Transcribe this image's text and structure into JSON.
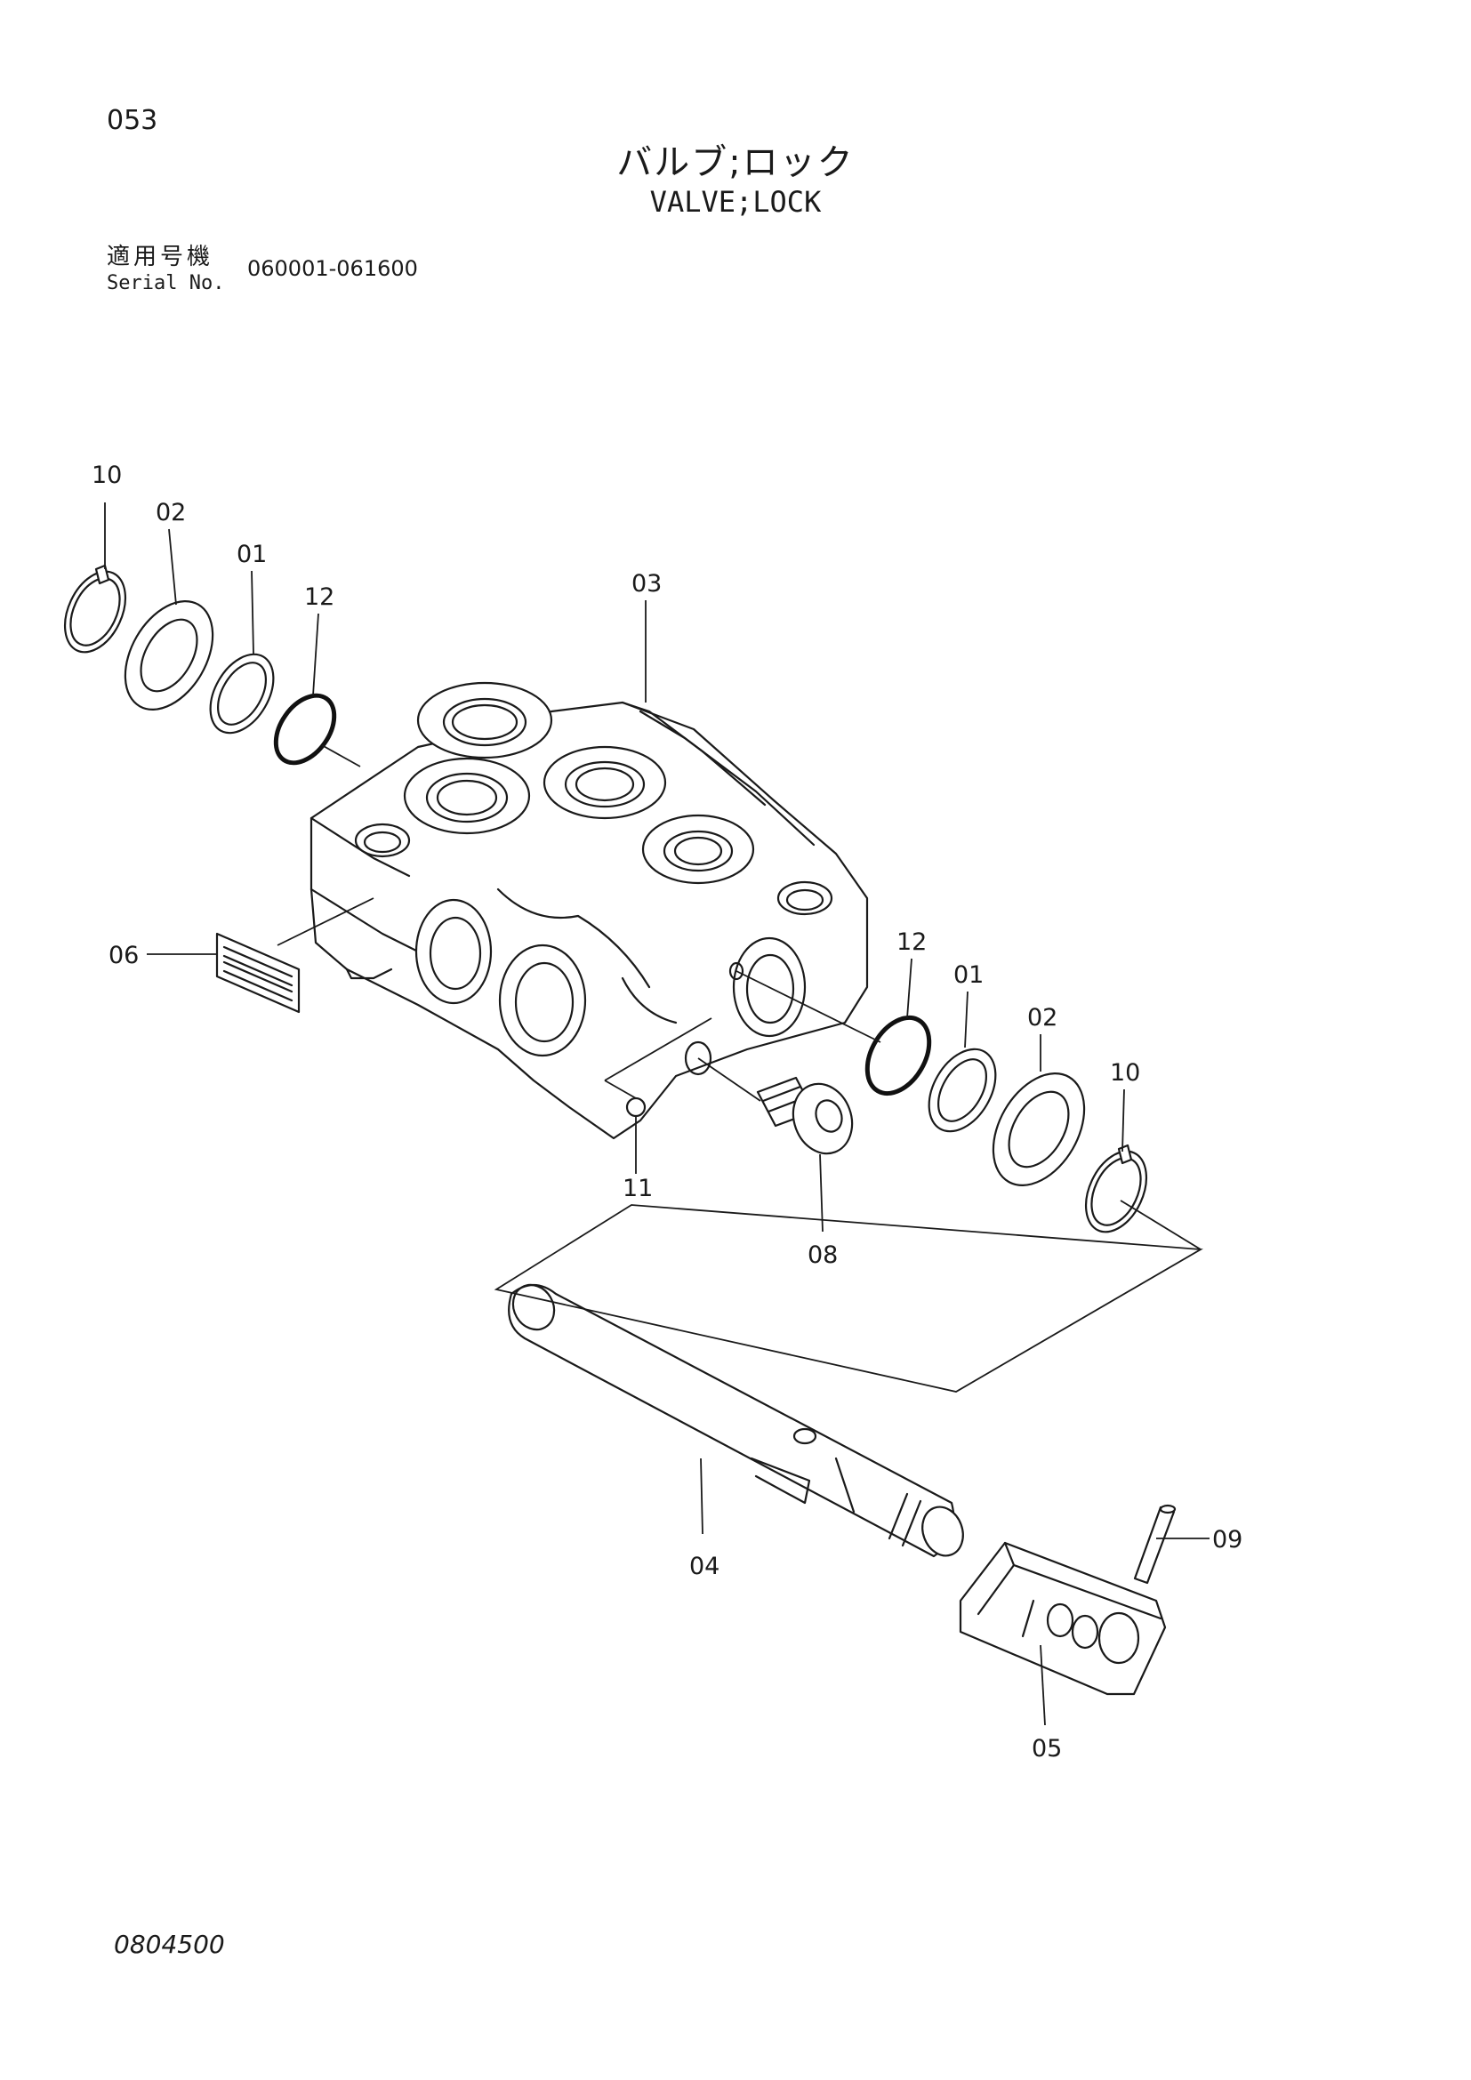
{
  "header": {
    "page_number": "053",
    "title_jp": "バルブ;ロック",
    "title_en": "VALVE;LOCK",
    "serial_label_jp": "適用号機",
    "serial_label_en": "Serial No.",
    "serial_range": "060001-061600"
  },
  "footer": {
    "document_code": "0804500"
  },
  "callouts": {
    "c01a": "01",
    "c01b": "01",
    "c02a": "02",
    "c02b": "02",
    "c03": "03",
    "c04": "04",
    "c05": "05",
    "c06": "06",
    "c08": "08",
    "c09": "09",
    "c10a": "10",
    "c10b": "10",
    "c11": "11",
    "c12a": "12",
    "c12b": "12"
  }
}
